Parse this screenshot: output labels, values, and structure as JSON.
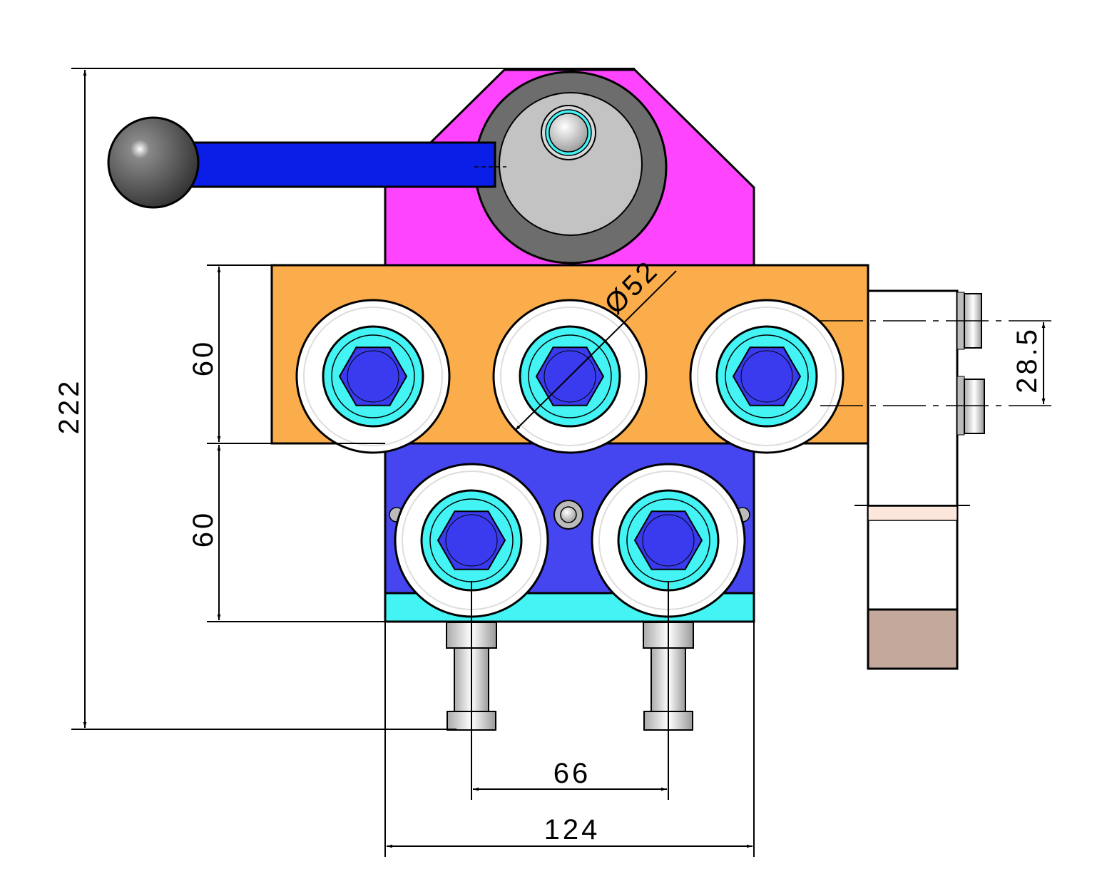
{
  "drawing": {
    "dimensions": {
      "overall_height": "222",
      "upper_block_height": "60",
      "lower_block_height": "60",
      "port_diameter": "Ø52",
      "bracket_bolt_spacing": "28.5",
      "bottom_port_spacing": "66",
      "lower_block_width": "124"
    },
    "colors": {
      "handle_body": "#ff44ff",
      "lever": "#0a1ee8",
      "upper_block": "#fbad4b",
      "lower_block": "#4646f0",
      "cyan": "#44f4f4",
      "bracket_base": "#c4a89c"
    }
  }
}
